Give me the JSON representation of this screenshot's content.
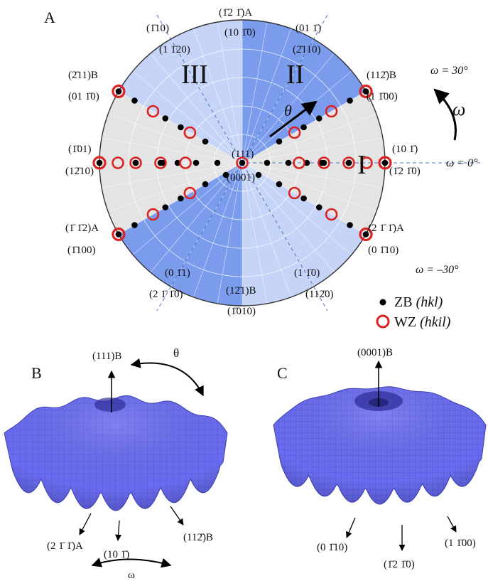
{
  "panels": {
    "a": "A",
    "b": "B",
    "c": "C"
  },
  "regions": {
    "r1": "I",
    "r2": "II",
    "r3": "III"
  },
  "angles": {
    "omega_top": "ω = 30°",
    "omega_zero": "ω = 0°",
    "omega_bottom": "ω = –30°",
    "omega_symbol": "ω",
    "theta_symbol": "θ"
  },
  "poles": {
    "center_zb": "(111)",
    "center_wz": "(0001)",
    "top_zb": "(1̄2 1̄)A",
    "top_wz": "(10 1̄0)",
    "bottom_zb": "(12̄1)B",
    "bottom_wz": "(1̄010)",
    "right_zb": "(10 1̄)",
    "right_wz": "(1̄2 1̄0)",
    "left_zb": "(1̄01)",
    "left_wz": "(12̄10)",
    "ur_zb": "(112̄)B",
    "ur_wz": "(1 1̄00)",
    "ul_zb": "(2̄11)B",
    "ul_wz": "(01 1̄0)",
    "lr_zb": "(2 1̄ 1̄)A",
    "lr_wz": "(0 1̄10)",
    "ll_zb": "(1̄ 1̄2)A",
    "ll_wz": "(1̄100)",
    "tl_zb": "(1̄10)",
    "tl_wz": "(1 1̄20)",
    "tr_zb": "(01 1̄)",
    "tr_wz": "(2̄110)",
    "bl_zb": "(0 1̄1)",
    "bl_wz": "(2 1̄ 1̄0)",
    "br_zb": "(1 1̄0)",
    "br_wz": "(112̄0)"
  },
  "legend": {
    "zb_label": "ZB ",
    "zb_index": "(hkl)",
    "wz_label": "WZ ",
    "wz_index": "(hkil)"
  },
  "panel_b": {
    "top": "(111)B",
    "theta": "θ",
    "left": "(2 1̄ 1̄)A",
    "mid": "(10 1̄)",
    "right": "(112̄)B",
    "omega": "ω"
  },
  "panel_c": {
    "top": "(0001)B",
    "left": "(0 1̄10)",
    "mid": "(1̄2 1̄0)",
    "right": "(1 1̄00)"
  },
  "colors": {
    "disk_gray": "#e4e4e4",
    "dark_blue": "#7b9bec",
    "light_blue": "#c5d4f7",
    "surface": "#6e6ef2",
    "surface_dark": "#4848c8",
    "wz_marker": "#dd2222",
    "zb_marker": "#000000",
    "dash": "#4a78c8"
  }
}
